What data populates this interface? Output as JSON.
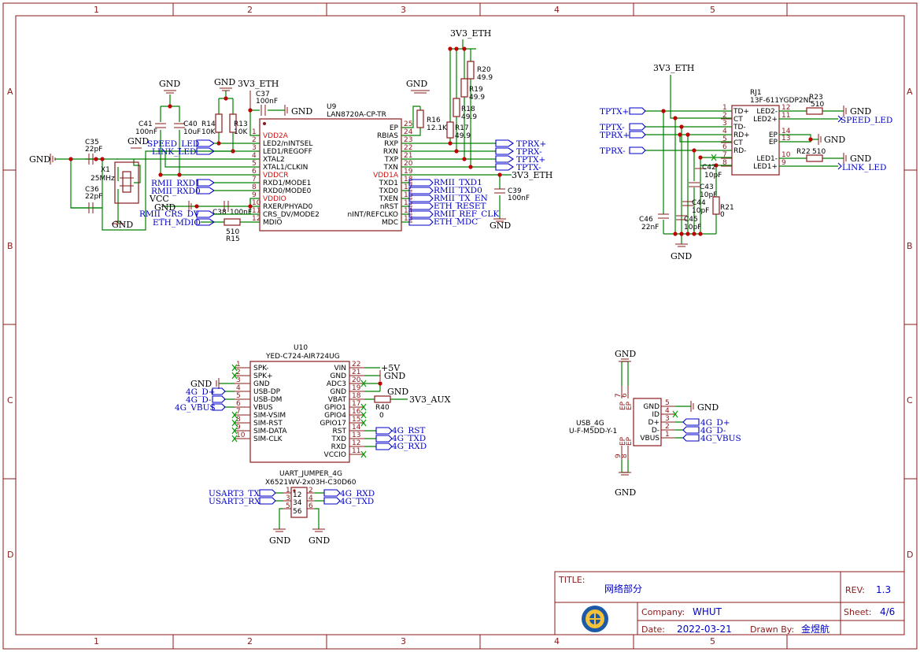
{
  "frame": {
    "columns": [
      "1",
      "2",
      "3",
      "4",
      "5"
    ],
    "rows": [
      "A",
      "B",
      "C",
      "D"
    ]
  },
  "title_block": {
    "title_label": "TITLE:",
    "title": "网络部分",
    "rev_label": "REV:",
    "rev": "1.3",
    "company_label": "Company:",
    "company": "WHUT",
    "sheet_label": "Sheet:",
    "sheet": "4/6",
    "date_label": "Date:",
    "date": "2022-03-21",
    "drawn_label": "Drawn By:",
    "drawn_by": "金煜航"
  },
  "nets": {
    "gnd": "GND",
    "v33_eth": "3V3_ETH",
    "v33_aux": "3V3_AUX",
    "v5": "+5V",
    "vcc": "VCC"
  },
  "u9": {
    "ref": "U9",
    "part": "LAN8720A-CP-TR",
    "left_pins": [
      {
        "num": "1",
        "name": "VDD2A",
        "red": true
      },
      {
        "num": "2",
        "name": "LED2/nINTSEL",
        "red": false
      },
      {
        "num": "3",
        "name": "LED1/REGOFF",
        "red": false
      },
      {
        "num": "4",
        "name": "XTAL2",
        "red": false
      },
      {
        "num": "5",
        "name": "XTAL1/CLKIN",
        "red": false
      },
      {
        "num": "6",
        "name": "VDDCR",
        "red": true
      },
      {
        "num": "7",
        "name": "RXD1/MODE1",
        "red": false
      },
      {
        "num": "8",
        "name": "RXD0/MODE0",
        "red": false
      },
      {
        "num": "9",
        "name": "VDDIO",
        "red": true
      },
      {
        "num": "10",
        "name": "RXER/PHYAD0",
        "red": false
      },
      {
        "num": "11",
        "name": "CRS_DV/MODE2",
        "red": false
      },
      {
        "num": "12",
        "name": "MDIO",
        "red": false
      }
    ],
    "right_pins": [
      {
        "num": "25",
        "name": "EP",
        "red": false
      },
      {
        "num": "24",
        "name": "RBIAS",
        "red": false
      },
      {
        "num": "23",
        "name": "RXP",
        "red": false
      },
      {
        "num": "22",
        "name": "RXN",
        "red": false
      },
      {
        "num": "21",
        "name": "TXP",
        "red": false
      },
      {
        "num": "20",
        "name": "TXN",
        "red": false
      },
      {
        "num": "19",
        "name": "VDD1A",
        "red": true
      },
      {
        "num": "18",
        "name": "TXD1",
        "red": false
      },
      {
        "num": "17",
        "name": "TXD0",
        "red": false
      },
      {
        "num": "16",
        "name": "TXEN",
        "red": false
      },
      {
        "num": "15",
        "name": "nRST",
        "red": false
      },
      {
        "num": "14",
        "name": "nINT/REFCLKO",
        "red": false
      },
      {
        "num": "13",
        "name": "MDC",
        "red": false
      }
    ],
    "left_flags": [
      "SPEED_LED",
      "LINK_LED",
      "RMII_RXD1",
      "RMII_RXD0",
      "RMII_CRS_DV",
      "ETH_MDIO"
    ],
    "right_flags": [
      "TPRX+",
      "TPRX-",
      "TPTX+",
      "TPTX-",
      "RMII_TXD1",
      "RMII_TXD0",
      "RMII_TX_EN",
      "ETH_RESET",
      "RMII_REF_CLK",
      "ETH_MDC"
    ]
  },
  "passives": {
    "c35": [
      "C35",
      "22pF"
    ],
    "c36": [
      "C36",
      "22pF"
    ],
    "x1": [
      "X1",
      "25MHz"
    ],
    "c41": [
      "C41",
      "100nF"
    ],
    "c40": [
      "C40",
      "10uF"
    ],
    "r14": [
      "R14",
      "10K"
    ],
    "r13": [
      "R13",
      "10K"
    ],
    "c37": [
      "C37",
      "100nF"
    ],
    "c38": [
      "C38",
      "100nF"
    ],
    "r15": [
      "R15",
      "510"
    ],
    "r16": [
      "R16",
      "12.1K"
    ],
    "r17": [
      "R17",
      "49.9"
    ],
    "r18": [
      "R18",
      "49.9"
    ],
    "r19": [
      "R19",
      "49.9"
    ],
    "r20": [
      "R20",
      "49.9"
    ],
    "c39": [
      "C39",
      "100nF"
    ]
  },
  "rj1": {
    "ref": "RJ1",
    "part": "13F-611YGDP2NL",
    "left_pins": [
      {
        "num": "1",
        "name": "TD+"
      },
      {
        "num": "2",
        "name": "CT"
      },
      {
        "num": "3",
        "name": "TD-"
      },
      {
        "num": "4",
        "name": "RD+"
      },
      {
        "num": "5",
        "name": "CT"
      },
      {
        "num": "6",
        "name": "RD-"
      },
      {
        "num": "7",
        "name": ""
      },
      {
        "num": "8",
        "name": ""
      }
    ],
    "right_pins": [
      {
        "num": "12",
        "name": "LED2-"
      },
      {
        "num": "11",
        "name": "LED2+"
      },
      {
        "num": "14",
        "name": "EP"
      },
      {
        "num": "13",
        "name": "EP"
      },
      {
        "num": "10",
        "name": "LED1-"
      },
      {
        "num": "9",
        "name": "LED1+"
      }
    ],
    "left_flags": [
      "TPTX+",
      "TPTX-",
      "TPRX+",
      "TPRX-"
    ],
    "r23": [
      "R23",
      "510"
    ],
    "r22": [
      "R22",
      "510"
    ],
    "speed": "SPEED_LED",
    "link": "LINK_LED",
    "caps": [
      [
        "C42",
        "10pF"
      ],
      [
        "C43",
        "10pF"
      ],
      [
        "C44",
        "10pF"
      ],
      [
        "C45",
        "10pF"
      ],
      [
        "C46",
        "22nF"
      ]
    ],
    "r21": [
      "R21",
      "0"
    ]
  },
  "u10": {
    "ref": "U10",
    "part": "YED-C724-AIR724UG",
    "left_pins": [
      {
        "num": "1",
        "name": "SPK-"
      },
      {
        "num": "2",
        "name": "SPK+"
      },
      {
        "num": "3",
        "name": "GND"
      },
      {
        "num": "4",
        "name": "USB-DP"
      },
      {
        "num": "5",
        "name": "USB-DM"
      },
      {
        "num": "6",
        "name": "VBUS"
      },
      {
        "num": "7",
        "name": "SIM-VSIM"
      },
      {
        "num": "8",
        "name": "SIM-RST"
      },
      {
        "num": "9",
        "name": "SIM-DATA"
      },
      {
        "num": "10",
        "name": "SIM-CLK"
      }
    ],
    "right_pins": [
      {
        "num": "22",
        "name": "VIN"
      },
      {
        "num": "21",
        "name": "GND"
      },
      {
        "num": "20",
        "name": "ADC3"
      },
      {
        "num": "19",
        "name": "GND"
      },
      {
        "num": "18",
        "name": "VBAT"
      },
      {
        "num": "17",
        "name": "GPIO1"
      },
      {
        "num": "16",
        "name": "GPIO4"
      },
      {
        "num": "15",
        "name": "GPIO17"
      },
      {
        "num": "14",
        "name": "RST"
      },
      {
        "num": "13",
        "name": "TXD"
      },
      {
        "num": "12",
        "name": "RXD"
      },
      {
        "num": "11",
        "name": "VCCIO"
      }
    ],
    "left_flags": [
      "4G_D+",
      "4G_D-",
      "4G_VBUS"
    ],
    "right_flags": [
      "4G_RST",
      "4G_TXD",
      "4G_RXD"
    ],
    "r40": [
      "R40",
      "0"
    ]
  },
  "jumper": {
    "label": "UART_JUMPER_4G",
    "part": "X6521WV-2x03H-C30D60",
    "rows": [
      "12",
      "34",
      "56"
    ],
    "left_nums": [
      "1",
      "3",
      "5"
    ],
    "right_nums": [
      "2",
      "4",
      "6"
    ],
    "left_flags": [
      "USART3_TX",
      "USART3_RX"
    ],
    "right_flags": [
      "4G_RXD",
      "4G_TXD"
    ]
  },
  "usb4g": {
    "ref": "USB_4G",
    "part": "U-F-M5DD-Y-1",
    "pins": [
      {
        "num": "5",
        "name": "GND"
      },
      {
        "num": "4",
        "name": "ID"
      },
      {
        "num": "3",
        "name": "D+"
      },
      {
        "num": "2",
        "name": "D-"
      },
      {
        "num": "1",
        "name": "VBUS"
      }
    ],
    "ep_top": [
      [
        "7",
        "EP"
      ],
      [
        "6",
        "EP"
      ]
    ],
    "ep_bottom": [
      [
        "9",
        "EP"
      ],
      [
        "8",
        "EP"
      ]
    ],
    "flags": [
      "4G_D+",
      "4G_D-",
      "4G_VBUS"
    ]
  }
}
